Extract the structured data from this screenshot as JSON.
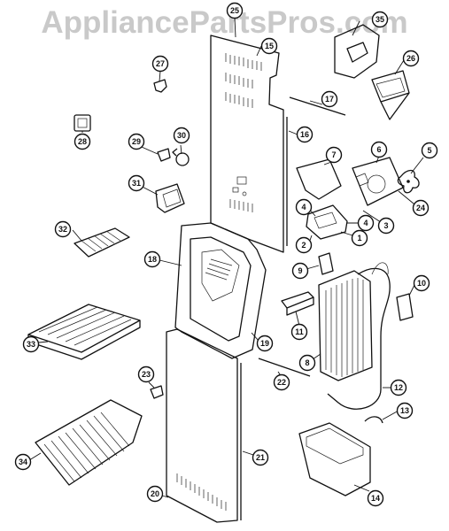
{
  "watermark": "AppliancePartsPros.com",
  "callouts": [
    "1",
    "2",
    "3",
    "4",
    "5",
    "6",
    "7",
    "8",
    "9",
    "10",
    "11",
    "12",
    "13",
    "14",
    "15",
    "16",
    "17",
    "18",
    "19",
    "20",
    "21",
    "22",
    "23",
    "24",
    "25",
    "26",
    "27",
    "28",
    "29",
    "30",
    "31",
    "32",
    "33",
    "34",
    "35"
  ]
}
